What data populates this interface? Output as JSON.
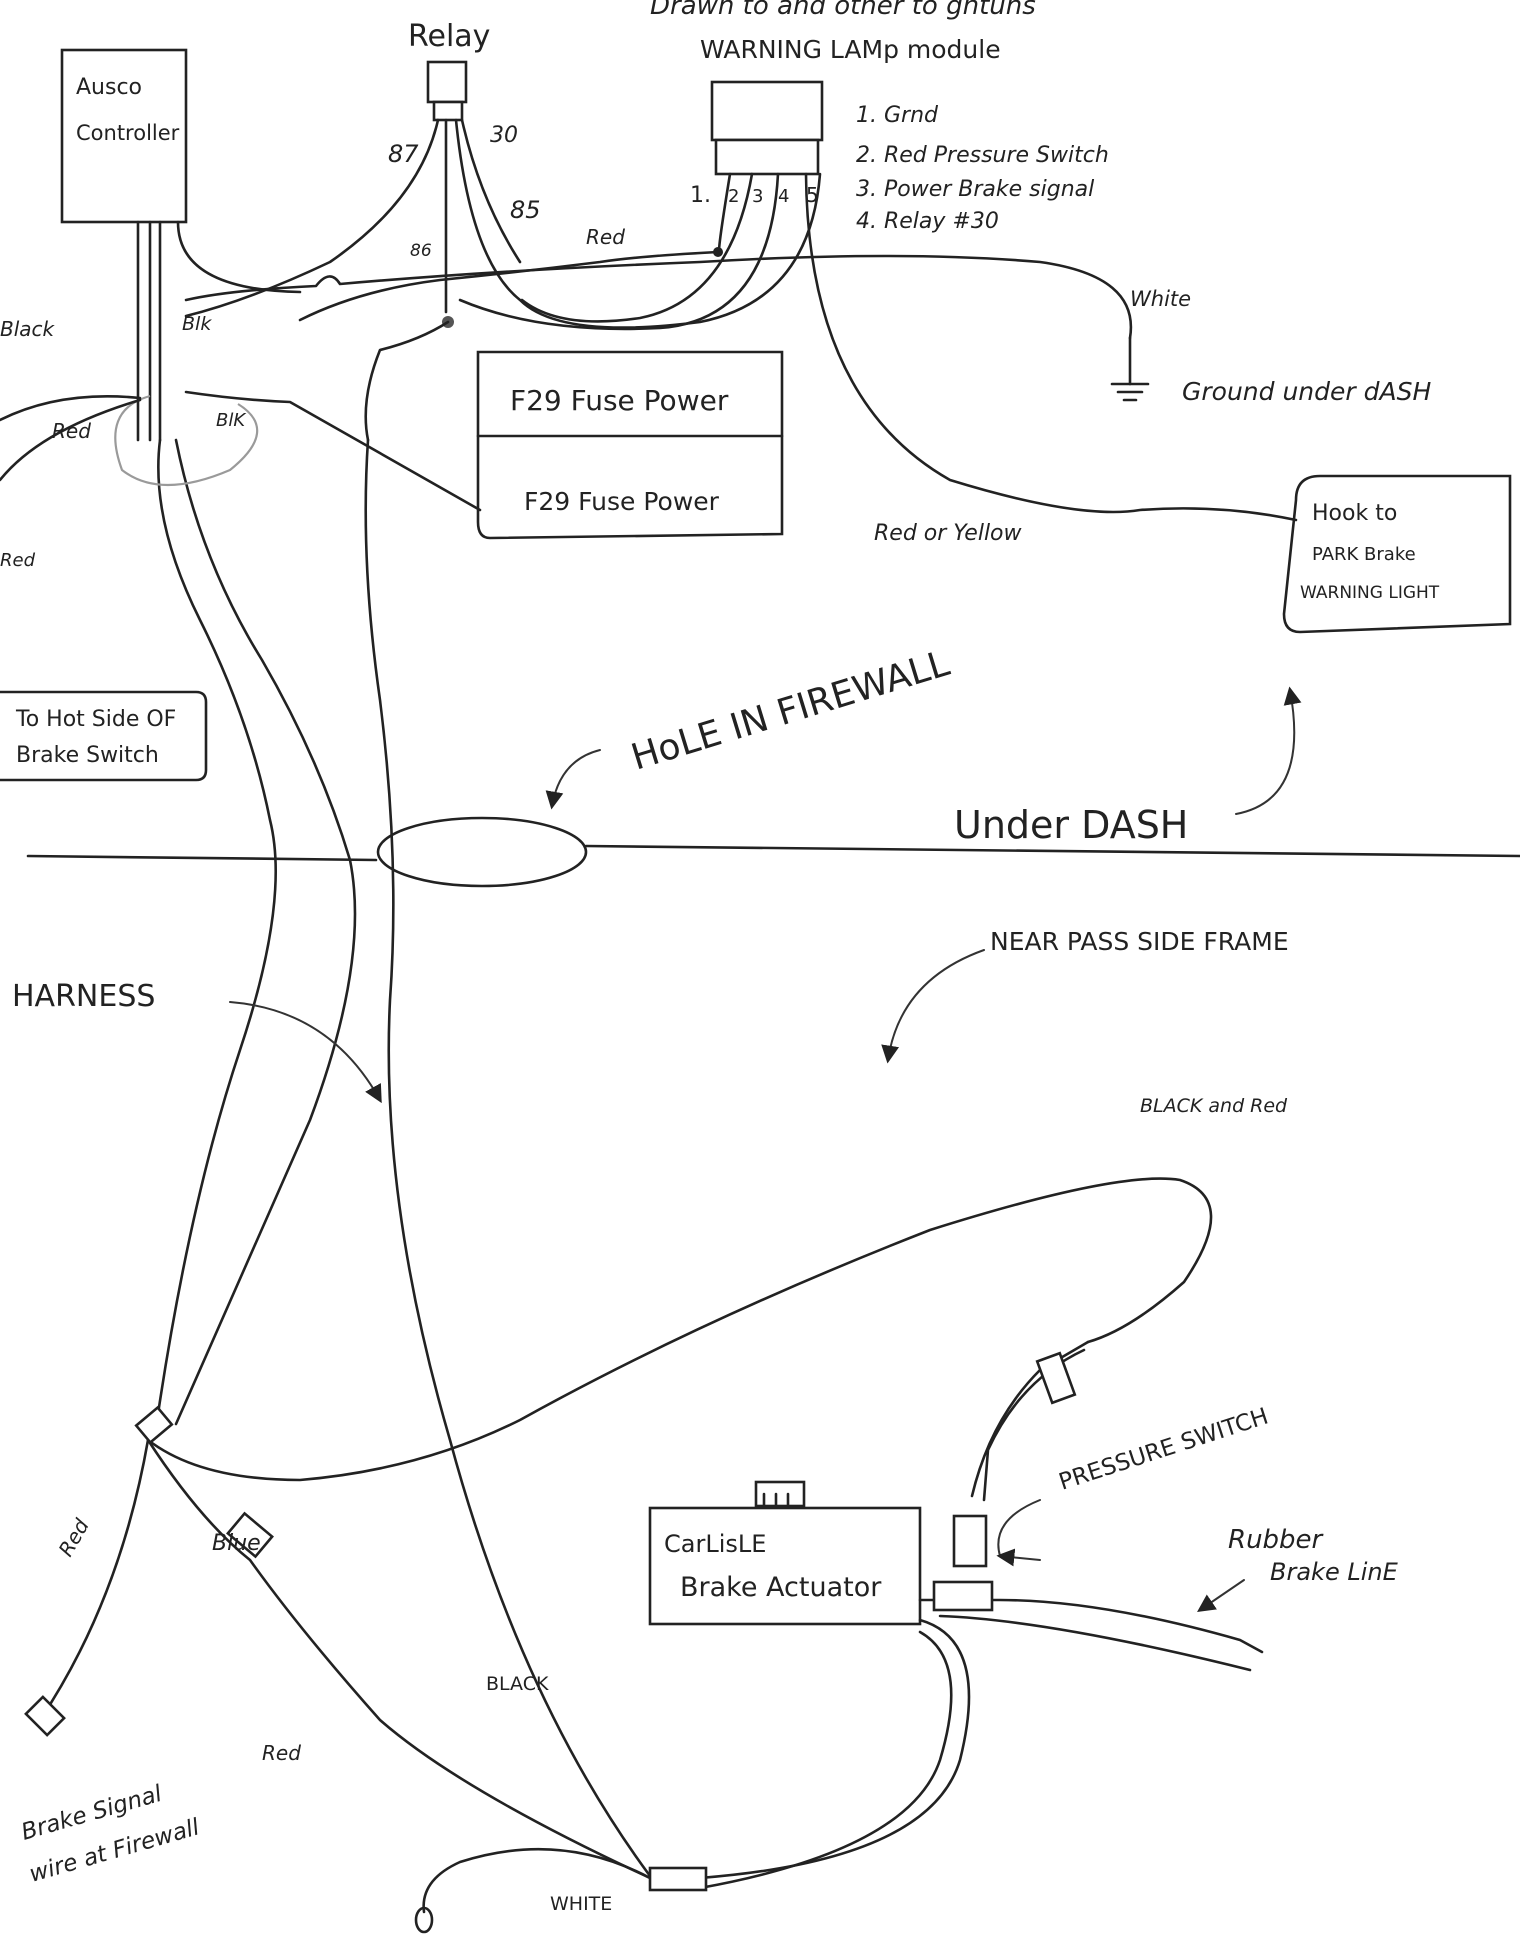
{
  "header": {
    "top_note": "Drawn to and other to ghtuns",
    "module_title": "WARNING LAMp module",
    "relay_title": "Relay"
  },
  "components": {
    "controller": [
      "Ausco",
      "Controller"
    ],
    "fuse_top": "F29 Fuse Power",
    "fuse_bottom": "F29 Fuse Power",
    "brake_switch": [
      "To Hot Side OF",
      "Brake Switch"
    ],
    "park_brake": [
      "Hook to",
      "PARK Brake",
      "WARNING LIGHT"
    ],
    "actuator": [
      "CarLisLE",
      "Brake Actuator"
    ]
  },
  "module_pins": {
    "legend": [
      "1. Grnd",
      "2. Red Pressure Switch",
      "3. Power Brake signal",
      "4. Relay #30"
    ],
    "numbers": [
      "1.",
      "2",
      "3",
      "4",
      "5"
    ]
  },
  "relay_pins": [
    "87",
    "30",
    "85",
    "86"
  ],
  "wire_labels": {
    "black": "Black",
    "blk1": "Blk",
    "red_left": "Red",
    "blk2": "BlK",
    "red_mid": "Red",
    "red_edge": "Red",
    "white": "White",
    "ground": "Ground under dASH",
    "red_yellow": "Red or Yellow",
    "black_red": "BLACK and Red",
    "pressure_switch": "PRESSURE SWITCH",
    "rubber_line": [
      "Rubber",
      "Brake LinE"
    ],
    "red_bottom": "Red",
    "blue": "Blue",
    "black_bottom": "BLACK",
    "red_bottom2": "Red",
    "white_bottom": "WHITE",
    "brake_signal": [
      "Brake Signal",
      "wire at Firewall"
    ]
  },
  "annotations": {
    "hole": "HoLE IN FIREWALL",
    "under_dash": "Under DASH",
    "near_frame": "NEAR PASS SIDE FRAME",
    "harness": "HARNESS"
  }
}
